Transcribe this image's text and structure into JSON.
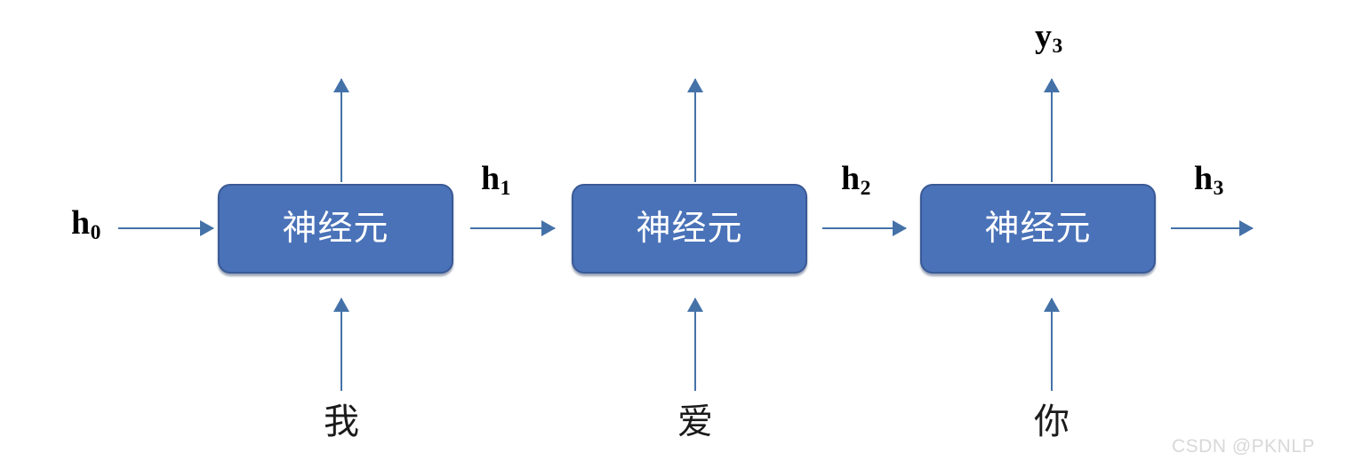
{
  "diagram": {
    "title": "",
    "colors": {
      "box_fill": "#4a72b8",
      "box_border": "#3a5a96",
      "arrow": "#4472a8",
      "box_text": "#ffffff",
      "label_text": "#000000",
      "watermark": "#d8d8d8",
      "background": "#ffffff"
    },
    "cells": [
      {
        "id": "cell-1",
        "box_label": "神经元",
        "input_state_label": "h",
        "input_state_sub": "0",
        "output_state_label": "h",
        "output_state_sub": "1",
        "input_token": "我",
        "output_label": "",
        "output_sub": "",
        "has_output_label": false
      },
      {
        "id": "cell-2",
        "box_label": "神经元",
        "input_state_label": "h",
        "input_state_sub": "1",
        "output_state_label": "h",
        "output_state_sub": "2",
        "input_token": "爱",
        "output_label": "",
        "output_sub": "",
        "has_output_label": false
      },
      {
        "id": "cell-3",
        "box_label": "神经元",
        "input_state_label": "h",
        "input_state_sub": "2",
        "output_state_label": "h",
        "output_state_sub": "3",
        "input_token": "你",
        "output_label": "y",
        "output_sub": "3",
        "has_output_label": true
      }
    ],
    "state_labels": [
      {
        "base": "h",
        "sub": "0"
      },
      {
        "base": "h",
        "sub": "1"
      },
      {
        "base": "h",
        "sub": "2"
      },
      {
        "base": "h",
        "sub": "3"
      }
    ],
    "output_labels": [
      {
        "base": "y",
        "sub": "3"
      }
    ],
    "input_tokens": [
      "我",
      "爱",
      "你"
    ],
    "box_labels": [
      "神经元",
      "神经元",
      "神经元"
    ],
    "watermark": "CSDN @PKNLP"
  }
}
